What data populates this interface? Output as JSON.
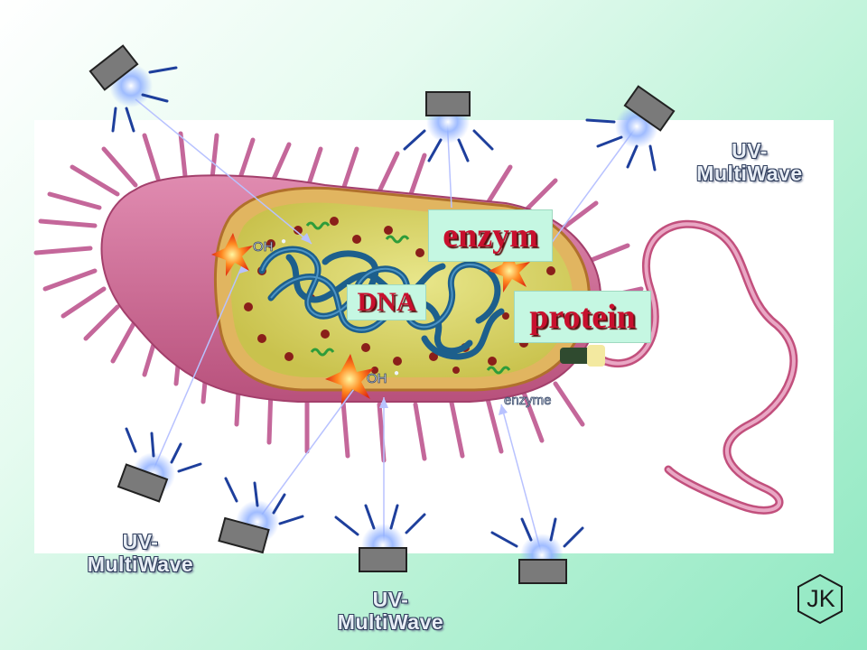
{
  "labels": {
    "uv_top_right": [
      "UV-",
      "MultiWave"
    ],
    "uv_bottom_left": [
      "UV-",
      "MultiWave"
    ],
    "uv_bottom_center": [
      "UV-",
      "MultiWave"
    ],
    "dna": "DNA",
    "enzym": "enzym",
    "protein": "protein",
    "oh_top": "OH",
    "oh_mid": "OH",
    "enzyme_small": "enzyme",
    "logo": "JK"
  },
  "colors": {
    "cell_wall": "#d97aa0",
    "cytoplasm": "#d9d66a",
    "dna_strand": "#1d5f8c",
    "label_red": "#c8102e",
    "label_bg": "#c5f7e2",
    "lamp_body": "#808080",
    "uv_ray": "#1e3f9c"
  }
}
